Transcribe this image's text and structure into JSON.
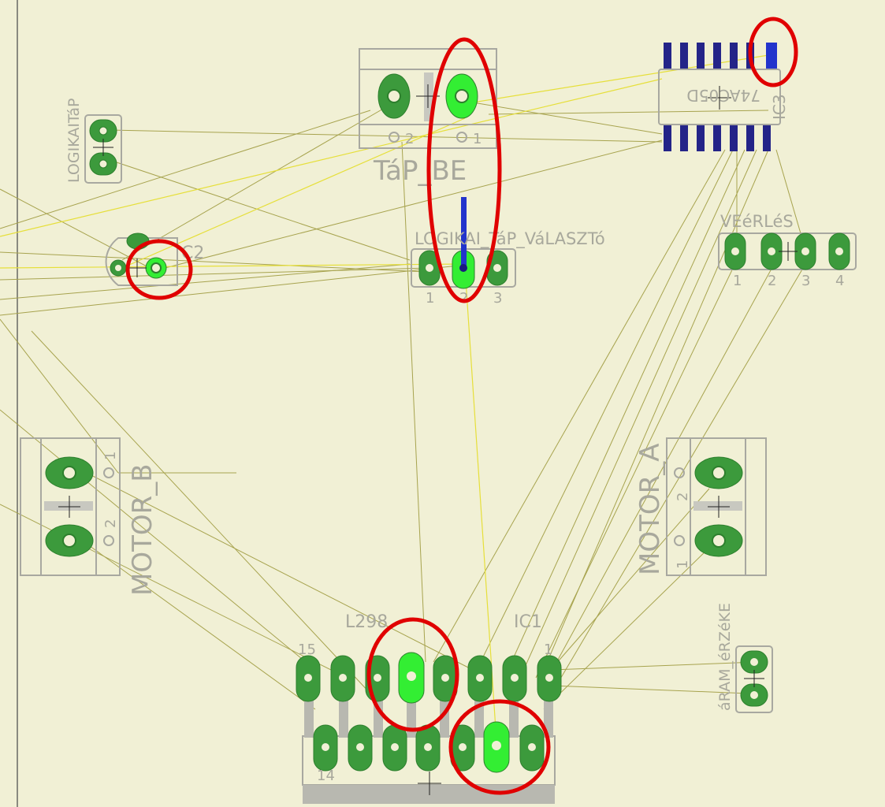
{
  "colors": {
    "background": "#f1f0d5",
    "pad": "#3c9a3c",
    "pad_edge": "#2d7f2d",
    "pad_highlight": "#33ee33",
    "airwire": "#a7a34e",
    "airwire_bright": "#e6df3a",
    "outline": "#a8a8a0",
    "text": "#a8a89c",
    "smd_pad": "#242488",
    "highlight_trace": "#2234cc",
    "annotation": "#e00000"
  },
  "components": {
    "logikai_tap": {
      "label": "LOGIKAITáP"
    },
    "tap_be": {
      "label": "TáP_BE",
      "pin1": "1",
      "pin2": "2"
    },
    "ic3": {
      "label": "IC3",
      "value": "74AC05D"
    },
    "c2": {
      "label": "C2"
    },
    "logikai_tap_valaszto": {
      "label": "LOGIKAI_TáP_VáLASZTó",
      "pins": [
        "1",
        "2",
        "3"
      ]
    },
    "vezerles": {
      "label": "VEéRLéS",
      "pins": [
        "1",
        "2",
        "3",
        "4"
      ]
    },
    "motor_b": {
      "label": "MOTOR_B",
      "pin1": "1",
      "pin2": "2"
    },
    "motor_a": {
      "label": "MOTOR_A",
      "pin1": "1",
      "pin2": "2"
    },
    "l298": {
      "label": "L298",
      "ref": "IC1",
      "pin15": "15",
      "pin1": "1",
      "pin14": "14"
    },
    "aram_erzekelo": {
      "label": "áRAM_éRZéKE"
    }
  }
}
